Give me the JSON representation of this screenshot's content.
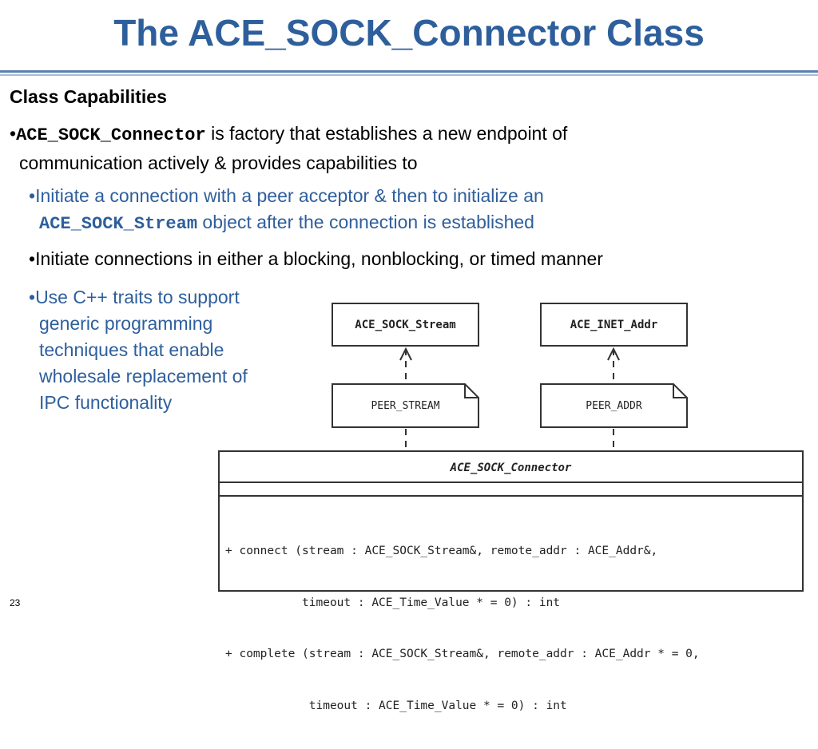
{
  "slide": {
    "title": "The ACE_SOCK_Connector Class",
    "heading": "Class Capabilities",
    "bullet_main": {
      "bullet": "•",
      "code": "ACE_SOCK_Connector",
      "text_after_code": " is factory that establishes a new endpoint of",
      "line2": "communication actively & provides capabilities to"
    },
    "sub_bullets": [
      {
        "bullet": "•",
        "line1": "Initiate a connection with a peer acceptor & then to initialize an",
        "code": "ACE_SOCK_Stream",
        "text_after_code": " object after the connection is established"
      },
      {
        "bullet": "•",
        "line1": "Initiate connections in either a blocking, nonblocking, or timed manner"
      },
      {
        "bullet": "•",
        "line1": "Use C++ traits to support",
        "line2": "generic programming",
        "line3": "techniques that enable",
        "line4": "wholesale replacement of",
        "line5": "IPC functionality"
      }
    ],
    "page_number": "23"
  },
  "diagram": {
    "class_stream": "ACE_SOCK_Stream",
    "class_addr": "ACE_INET_Addr",
    "template_stream": "PEER_STREAM",
    "template_addr": "PEER_ADDR",
    "connector_name": "ACE_SOCK_Connector",
    "operations": [
      "+ connect (stream : ACE_SOCK_Stream&, remote_addr : ACE_Addr&,",
      "           timeout : ACE_Time_Value * = 0) : int",
      "+ complete (stream : ACE_SOCK_Stream&, remote_addr : ACE_Addr * = 0,",
      "            timeout : ACE_Time_Value * = 0) : int"
    ]
  },
  "colors": {
    "title_blue": "#2e5f9c",
    "rule_dark": "#5b7fae",
    "rule_light": "#a8bcd6"
  }
}
